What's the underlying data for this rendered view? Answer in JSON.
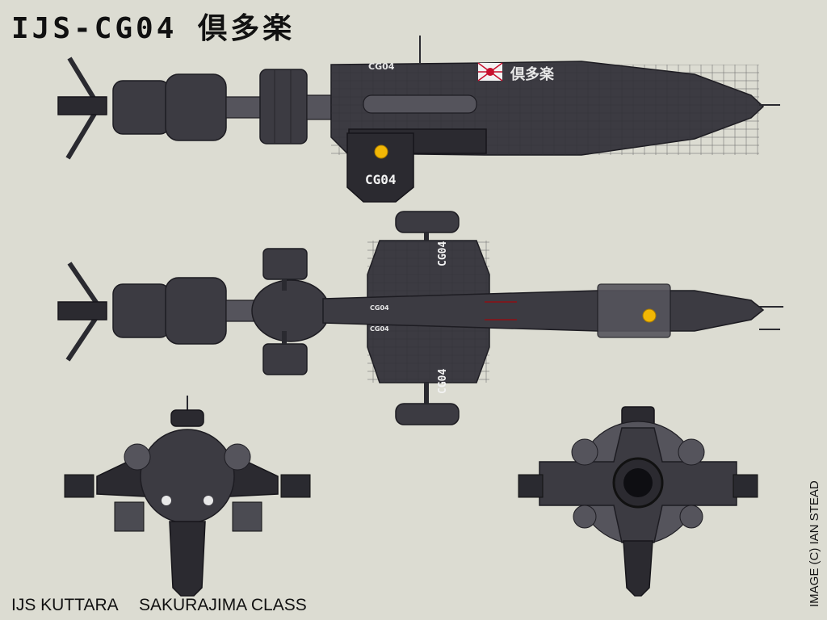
{
  "title": "IJS-CG04 倶多楽",
  "ship": {
    "hull_code": "CG04",
    "hull_code_small": "CG04",
    "kanji_name": "倶多楽"
  },
  "caption": {
    "name": "IJS KUTTARA",
    "class": "SAKURAJIMA CLASS"
  },
  "credit": "IMAGE (C) IAN STEAD",
  "colors": {
    "background": "#dcdcd2",
    "hull": "#3c3b42",
    "flag_red": "#c8102e",
    "chrysanthemum": "#f2b705"
  },
  "icons": [
    "rising-sun-flag-icon",
    "chrysanthemum-seal-icon"
  ]
}
